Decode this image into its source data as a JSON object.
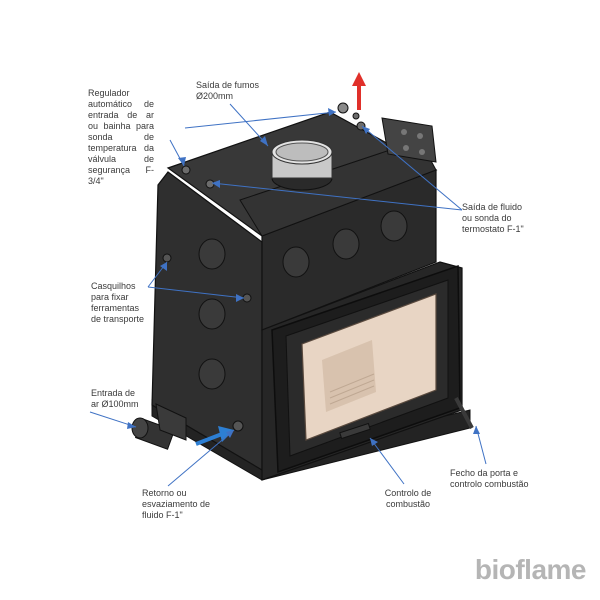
{
  "labels": {
    "regulador": "Regulador automático de entrada de ar ou bainha para sonda de temperatura da válvula de segurança F-3/4\"",
    "saida_fumos": "Saída de fumos\nØ200mm",
    "saida_fluido": "Saída de fluido\nou sonda do\ntermostato F-1\"",
    "casquilhos": "Casquilhos\npara fixar\nferramentas\nde transporte",
    "entrada_ar": "Entrada de\nar Ø100mm",
    "retorno": "Retorno ou\nesvaziamento de\nfluido F-1\"",
    "controlo": "Controlo de\ncombustão",
    "fecho": "Fecho da porta e\ncontrolo combustão"
  },
  "logo": "bioflame",
  "colors": {
    "body": "#2e2e2e",
    "body_dark": "#1f1f1f",
    "body_light": "#3c3c3c",
    "glass": "#e8d5c4",
    "leader": "#3f72c4",
    "arrow_out": "#e0302a",
    "arrow_in": "#2d7fd3",
    "text": "#3a3a3a",
    "logo": "#b5b5b5"
  }
}
